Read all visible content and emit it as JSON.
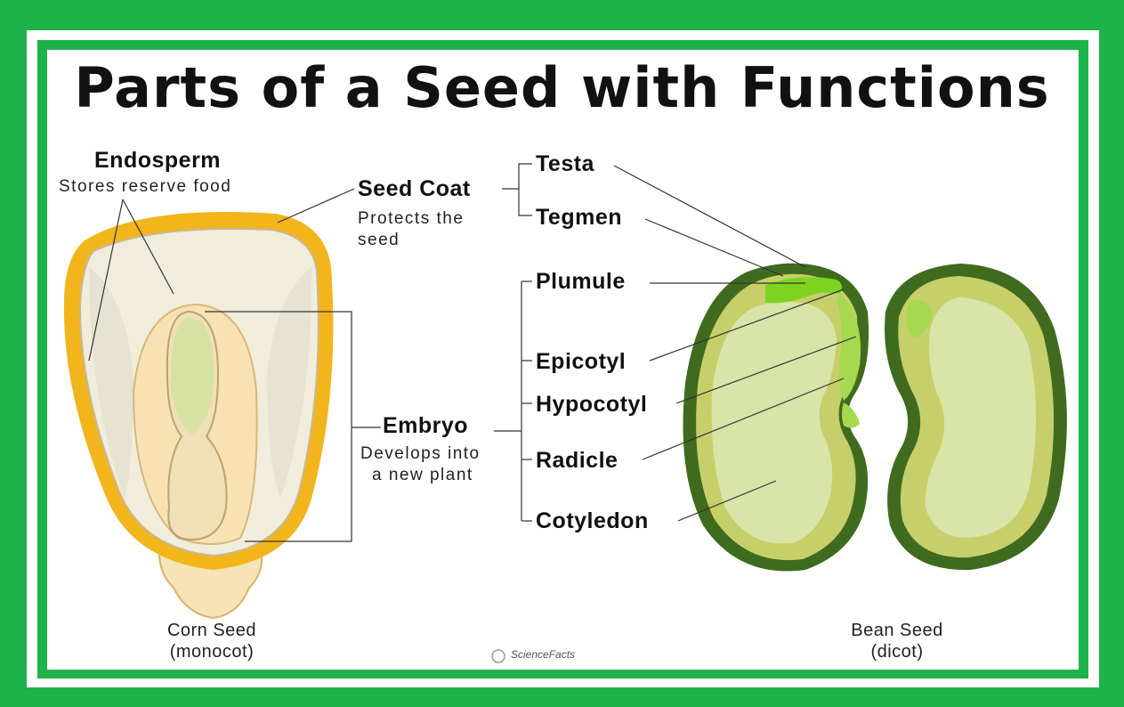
{
  "title": "Parts of a Seed with Functions",
  "labels": {
    "endosperm": "Endosperm",
    "endosperm_desc": "Stores reserve food",
    "seed_coat": "Seed Coat",
    "seed_coat_desc_1": "Protects the",
    "seed_coat_desc_2": "seed",
    "testa": "Testa",
    "tegmen": "Tegmen",
    "plumule": "Plumule",
    "epicotyl": "Epicotyl",
    "hypocotyl": "Hypocotyl",
    "radicle": "Radicle",
    "cotyledon": "Cotyledon",
    "embryo": "Embryo",
    "embryo_desc_1": "Develops into",
    "embryo_desc_2": "a new plant"
  },
  "captions": {
    "corn_1": "Corn Seed",
    "corn_2": "(monocot)",
    "bean_1": "Bean Seed",
    "bean_2": "(dicot)"
  },
  "logo": "ScienceFacts",
  "colors": {
    "border_green": "#1db34a",
    "seed_yellow": "#f2b51c",
    "bean_dark": "#3f6b1f",
    "bean_light": "#d7e3a3",
    "plumule_green": "#7ed321"
  }
}
